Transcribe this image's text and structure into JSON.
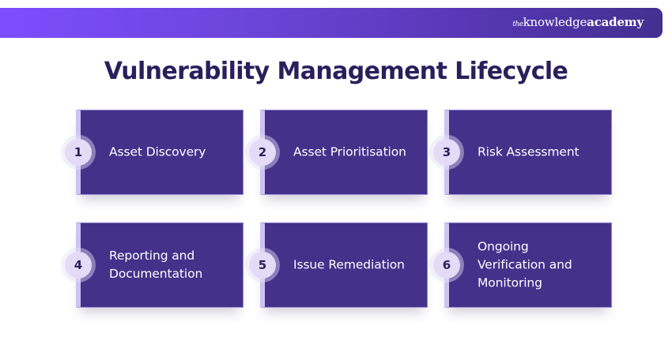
{
  "header": {
    "brand_prefix": "the",
    "brand_knowledge": "knowledge",
    "brand_academy": "academy",
    "colors": {
      "gradient_start": "#7d4eff",
      "gradient_end": "#43308f"
    }
  },
  "title": "Vulnerability Management Lifecycle",
  "steps": [
    {
      "number": "1",
      "label": "Asset Discovery"
    },
    {
      "number": "2",
      "label": "Asset Prioritisation"
    },
    {
      "number": "3",
      "label": "Risk Assessment"
    },
    {
      "number": "4",
      "label": "Reporting and Documentation"
    },
    {
      "number": "5",
      "label": "Issue Remediation"
    },
    {
      "number": "6",
      "label": "Ongoing Verification and Monitoring"
    }
  ],
  "colors": {
    "title": "#2a1f5c",
    "card_fill": "#43318a",
    "card_stripe": "#cdc4f3",
    "badge_fill": "#e4dcf7",
    "badge_text": "#2a1f5c",
    "card_text": "#ffffff"
  }
}
